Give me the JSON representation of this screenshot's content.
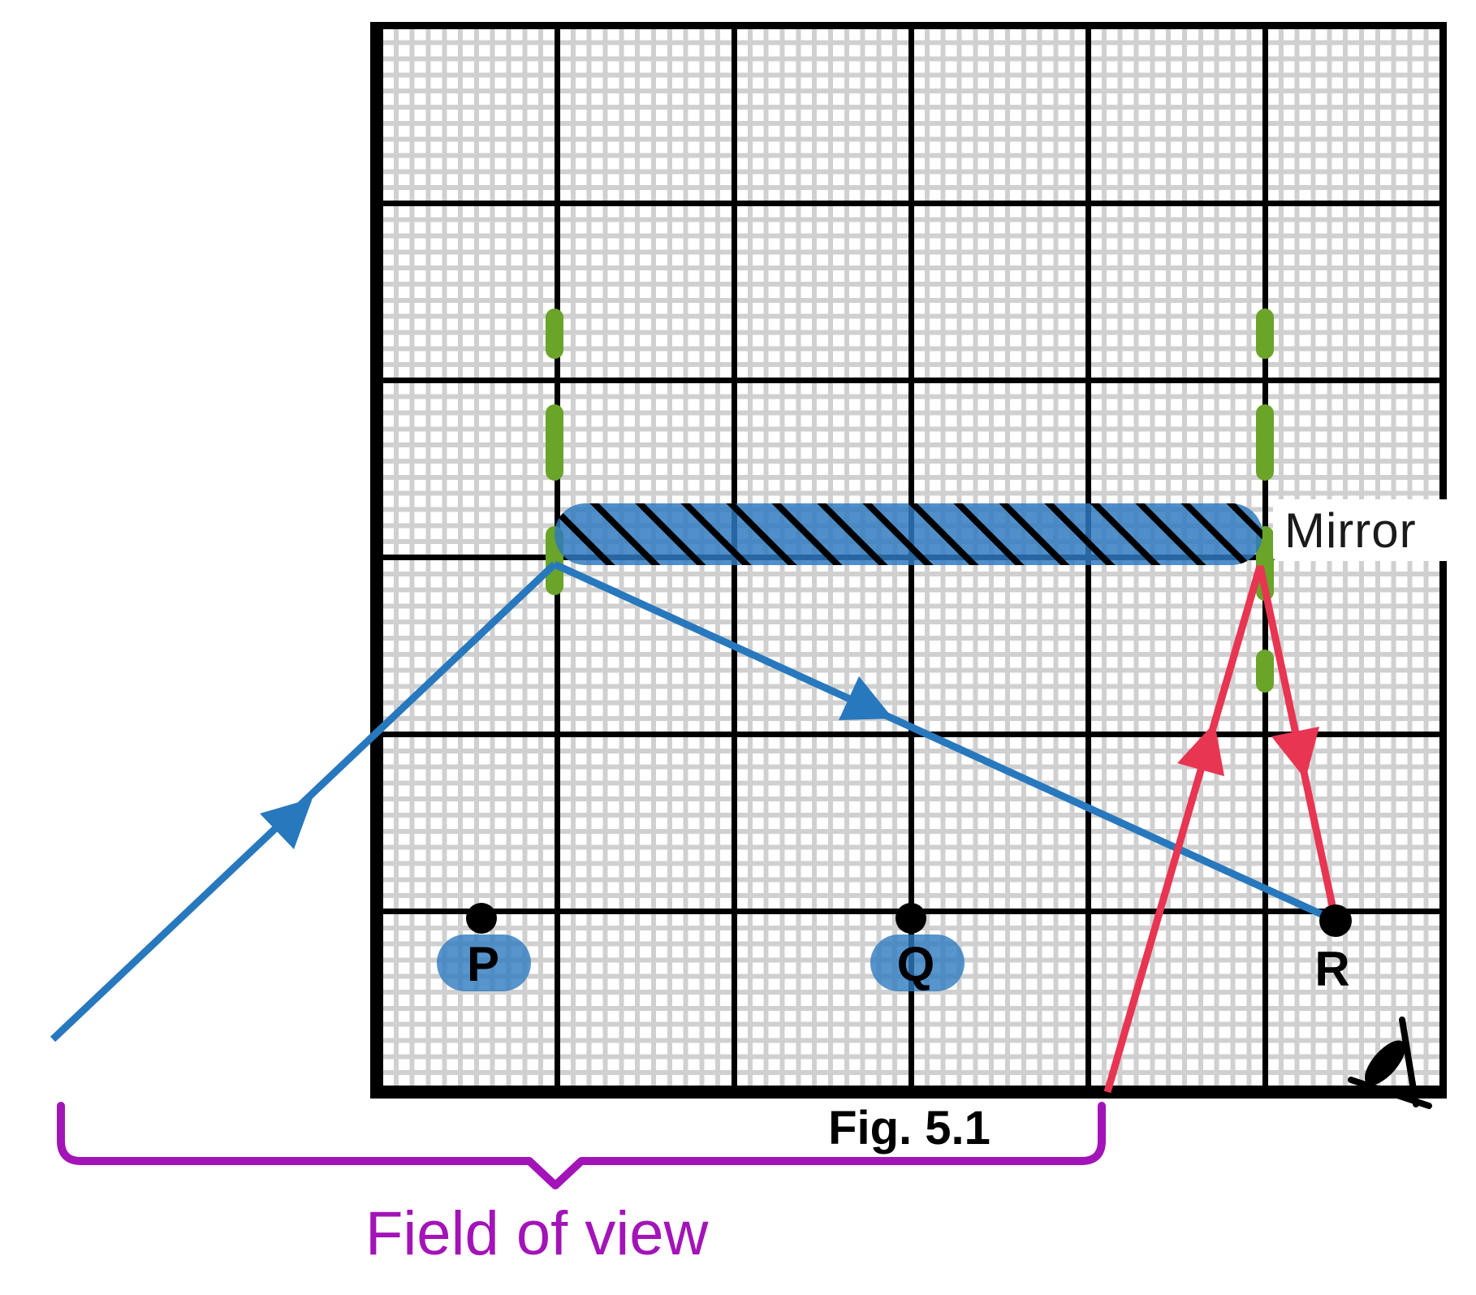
{
  "figure": {
    "caption": "Fig. 5.1",
    "labels": {
      "mirror": "Mirror",
      "field_of_view": "Field of view"
    },
    "points": [
      {
        "label": "P"
      },
      {
        "label": "Q"
      },
      {
        "label": "R"
      }
    ]
  },
  "icons": {
    "observer": "eye-icon",
    "object_p": "person-blob-icon",
    "object_q": "person-blob-icon",
    "ray_direction_markers": "arrowhead-icon"
  },
  "colors": {
    "ray_blue": "#2878bd",
    "ray_red": "#e73552",
    "normal_green": "#6aa428",
    "brace_purple": "#a314b8",
    "mirror_blue": "#2e7abf",
    "grid_minor": "#d0d0d0",
    "grid_major": "#000000",
    "label_bg": "#ffffff"
  },
  "grid": {
    "major_columns": 6,
    "major_rows": 6,
    "minor_squares_per_major": 11
  }
}
